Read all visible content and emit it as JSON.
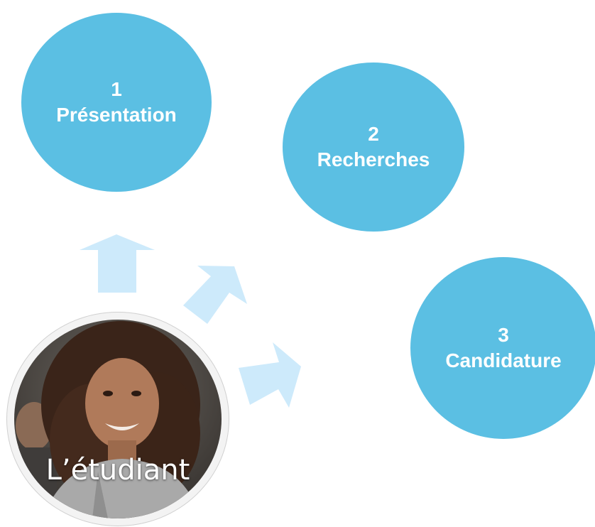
{
  "steps": [
    {
      "number": "1",
      "label": "Présentation"
    },
    {
      "number": "2",
      "label": "Recherches"
    },
    {
      "number": "3",
      "label": "Candidature"
    }
  ],
  "student": {
    "label": "L’étudiant",
    "photo_icon": "student-portrait-photo"
  },
  "arrows": {
    "count": 3,
    "icon": "up-arrow-icon"
  },
  "colors": {
    "step_fill": "#5bbfe3",
    "step_text": "#ffffff",
    "arrow_fill": "#cdeafb",
    "student_ring": "#f3f3f3"
  }
}
